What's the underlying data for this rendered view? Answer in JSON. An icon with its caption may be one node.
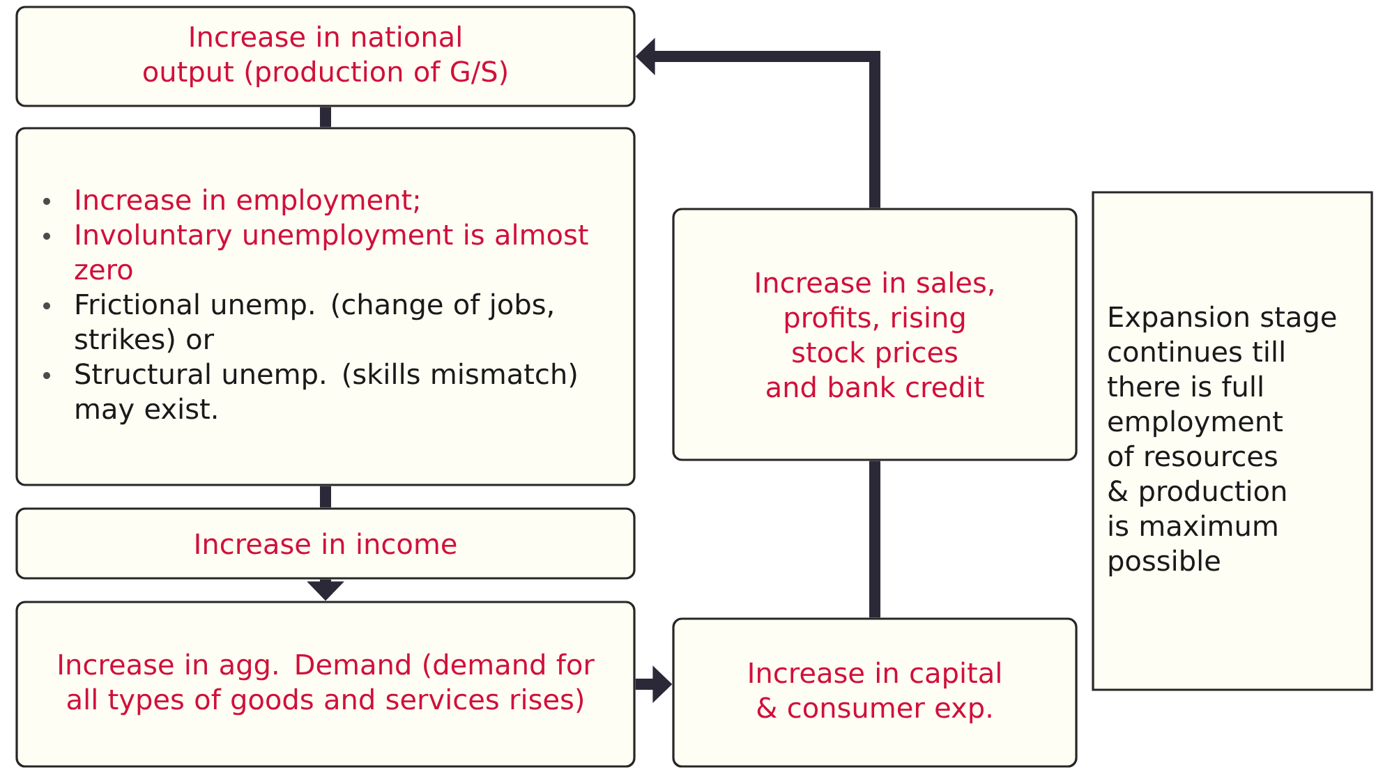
{
  "diagram": {
    "nodes": [
      {
        "text": [
          "Increase in national output (production of G/S)"
        ]
      },
      {
        "text": [
          "Increase in employment;",
          "Involuntary unemployment is almost zero",
          "Frictional unemp. (change of jobs, strikes) or",
          "Structural unemp. (skills mismatch) may exist."
        ]
      },
      {
        "text": [
          "Increase in income"
        ]
      },
      {
        "text": [
          "Increase in agg. Demand (demand for all types of goods and services rises)"
        ]
      },
      {
        "text": [
          "Increase in capital & consumer exp."
        ]
      },
      {
        "text": [
          "Increase in sales, profits, rising stock prices and bank credit"
        ]
      },
      {
        "text": [
          "Expansion stage continues till there is full employment of resources & production is maximum possible"
        ]
      }
    ],
    "edges": [
      {
        "from": 0,
        "to": 1,
        "arrow": "none"
      },
      {
        "from": 1,
        "to": 2,
        "arrow": "none"
      },
      {
        "from": 2,
        "to": 3,
        "arrow": "to"
      },
      {
        "from": 3,
        "to": 4,
        "arrow": "to"
      },
      {
        "from": 4,
        "to": 5,
        "arrow": "none"
      },
      {
        "from": 5,
        "to": 0,
        "arrow": "to"
      }
    ]
  }
}
